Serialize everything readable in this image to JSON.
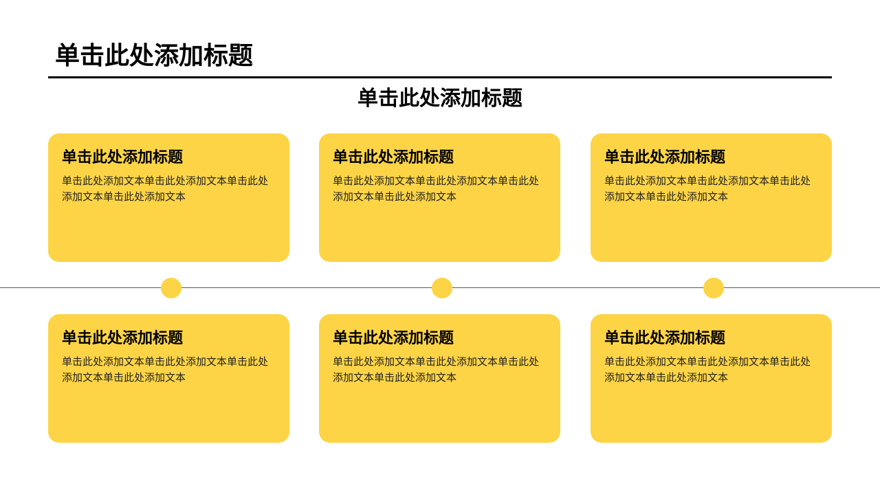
{
  "title": "单击此处添加标题",
  "subtitle": "单击此处添加标题",
  "colors": {
    "card": "#fdd446",
    "dot": "#fdd446",
    "text": "#000000",
    "rule": "#000000",
    "timeline": "#555555"
  },
  "cards": [
    {
      "heading": "单击此处添加标题",
      "body": "单击此处添加文本单击此处添加文本单击此处添加文本单击此处添加文本"
    },
    {
      "heading": "单击此处添加标题",
      "body": "单击此处添加文本单击此处添加文本单击此处添加文本单击此处添加文本"
    },
    {
      "heading": "单击此处添加标题",
      "body": "单击此处添加文本单击此处添加文本单击此处添加文本单击此处添加文本"
    },
    {
      "heading": "单击此处添加标题",
      "body": "单击此处添加文本单击此处添加文本单击此处添加文本单击此处添加文本"
    },
    {
      "heading": "单击此处添加标题",
      "body": "单击此处添加文本单击此处添加文本单击此处添加文本单击此处添加文本"
    },
    {
      "heading": "单击此处添加标题",
      "body": "单击此处添加文本单击此处添加文本单击此处添加文本单击此处添加文本"
    }
  ]
}
